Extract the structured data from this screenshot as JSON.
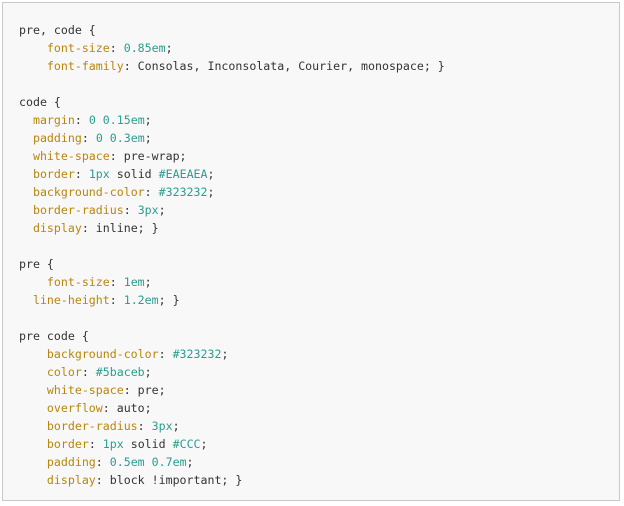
{
  "code_lines": [
    [
      {
        "t": "sel",
        "v": "pre, code {"
      }
    ],
    [
      {
        "t": "plain",
        "v": "    "
      },
      {
        "t": "prop",
        "v": "font-size"
      },
      {
        "t": "plain",
        "v": ": "
      },
      {
        "t": "val",
        "v": "0.85em"
      },
      {
        "t": "plain",
        "v": ";"
      }
    ],
    [
      {
        "t": "plain",
        "v": "    "
      },
      {
        "t": "prop",
        "v": "font-family"
      },
      {
        "t": "plain",
        "v": ": Consolas, Inconsolata, Courier, monospace; }"
      }
    ],
    [],
    [
      {
        "t": "sel",
        "v": "code {"
      }
    ],
    [
      {
        "t": "plain",
        "v": "  "
      },
      {
        "t": "prop",
        "v": "margin"
      },
      {
        "t": "plain",
        "v": ": "
      },
      {
        "t": "val",
        "v": "0 0.15em"
      },
      {
        "t": "plain",
        "v": ";"
      }
    ],
    [
      {
        "t": "plain",
        "v": "  "
      },
      {
        "t": "prop",
        "v": "padding"
      },
      {
        "t": "plain",
        "v": ": "
      },
      {
        "t": "val",
        "v": "0 0.3em"
      },
      {
        "t": "plain",
        "v": ";"
      }
    ],
    [
      {
        "t": "plain",
        "v": "  "
      },
      {
        "t": "prop",
        "v": "white-space"
      },
      {
        "t": "plain",
        "v": ": pre-wrap;"
      }
    ],
    [
      {
        "t": "plain",
        "v": "  "
      },
      {
        "t": "prop",
        "v": "border"
      },
      {
        "t": "plain",
        "v": ": "
      },
      {
        "t": "val",
        "v": "1px"
      },
      {
        "t": "plain",
        "v": " solid "
      },
      {
        "t": "val",
        "v": "#EAEAEA"
      },
      {
        "t": "plain",
        "v": ";"
      }
    ],
    [
      {
        "t": "plain",
        "v": "  "
      },
      {
        "t": "prop",
        "v": "background-color"
      },
      {
        "t": "plain",
        "v": ": "
      },
      {
        "t": "val",
        "v": "#323232"
      },
      {
        "t": "plain",
        "v": ";"
      }
    ],
    [
      {
        "t": "plain",
        "v": "  "
      },
      {
        "t": "prop",
        "v": "border-radius"
      },
      {
        "t": "plain",
        "v": ": "
      },
      {
        "t": "val",
        "v": "3px"
      },
      {
        "t": "plain",
        "v": ";"
      }
    ],
    [
      {
        "t": "plain",
        "v": "  "
      },
      {
        "t": "prop",
        "v": "display"
      },
      {
        "t": "plain",
        "v": ": inline; }"
      }
    ],
    [],
    [
      {
        "t": "sel",
        "v": "pre {"
      }
    ],
    [
      {
        "t": "plain",
        "v": "    "
      },
      {
        "t": "prop",
        "v": "font-size"
      },
      {
        "t": "plain",
        "v": ": "
      },
      {
        "t": "val",
        "v": "1em"
      },
      {
        "t": "plain",
        "v": ";"
      }
    ],
    [
      {
        "t": "plain",
        "v": "  "
      },
      {
        "t": "prop",
        "v": "line-height"
      },
      {
        "t": "plain",
        "v": ": "
      },
      {
        "t": "val",
        "v": "1.2em"
      },
      {
        "t": "plain",
        "v": "; }"
      }
    ],
    [],
    [
      {
        "t": "sel",
        "v": "pre code {"
      }
    ],
    [
      {
        "t": "plain",
        "v": "    "
      },
      {
        "t": "prop",
        "v": "background-color"
      },
      {
        "t": "plain",
        "v": ": "
      },
      {
        "t": "val",
        "v": "#323232"
      },
      {
        "t": "plain",
        "v": ";"
      }
    ],
    [
      {
        "t": "plain",
        "v": "    "
      },
      {
        "t": "prop",
        "v": "color"
      },
      {
        "t": "plain",
        "v": ": "
      },
      {
        "t": "val",
        "v": "#5baceb"
      },
      {
        "t": "plain",
        "v": ";"
      }
    ],
    [
      {
        "t": "plain",
        "v": "    "
      },
      {
        "t": "prop",
        "v": "white-space"
      },
      {
        "t": "plain",
        "v": ": pre;"
      }
    ],
    [
      {
        "t": "plain",
        "v": "    "
      },
      {
        "t": "prop",
        "v": "overflow"
      },
      {
        "t": "plain",
        "v": ": auto;"
      }
    ],
    [
      {
        "t": "plain",
        "v": "    "
      },
      {
        "t": "prop",
        "v": "border-radius"
      },
      {
        "t": "plain",
        "v": ": "
      },
      {
        "t": "val",
        "v": "3px"
      },
      {
        "t": "plain",
        "v": ";"
      }
    ],
    [
      {
        "t": "plain",
        "v": "    "
      },
      {
        "t": "prop",
        "v": "border"
      },
      {
        "t": "plain",
        "v": ": "
      },
      {
        "t": "val",
        "v": "1px"
      },
      {
        "t": "plain",
        "v": " solid "
      },
      {
        "t": "val",
        "v": "#CCC"
      },
      {
        "t": "plain",
        "v": ";"
      }
    ],
    [
      {
        "t": "plain",
        "v": "    "
      },
      {
        "t": "prop",
        "v": "padding"
      },
      {
        "t": "plain",
        "v": ": "
      },
      {
        "t": "val",
        "v": "0.5em 0.7em"
      },
      {
        "t": "plain",
        "v": ";"
      }
    ],
    [
      {
        "t": "plain",
        "v": "    "
      },
      {
        "t": "prop",
        "v": "display"
      },
      {
        "t": "plain",
        "v": ": block !important; }"
      }
    ]
  ],
  "colors": {
    "frame_background": "#f8f8f8",
    "frame_border": "#c8c8c8",
    "selector": "#333333",
    "property": "#b8860b",
    "value": "#2a9d8f",
    "text": "#333333"
  }
}
